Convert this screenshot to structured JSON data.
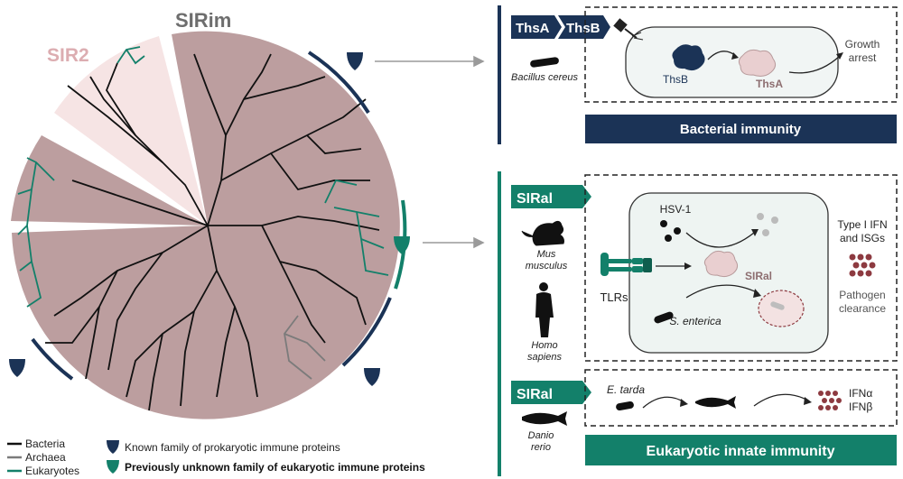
{
  "tree": {
    "label_sirim": "SIRim",
    "label_sir2": "SIR2"
  },
  "legend": {
    "bacteria": "Bacteria",
    "archaea": "Archaea",
    "eukaryotes": "Eukaryotes",
    "known_family": "Known family of prokaryotic immune proteins",
    "unknown_family": "Previously unknown family of eukaryotic immune proteins"
  },
  "bacterial_panel": {
    "gene_thsa": "ThsA",
    "gene_thsb": "ThsB",
    "organism": "Bacillus cereus",
    "thsb_label": "ThsB",
    "thsa_label": "ThsA",
    "outcome_line1": "Growth",
    "outcome_line2": "arrest",
    "banner": "Bacterial immunity"
  },
  "eukaryotic_panel": {
    "gene_top": "SIRal",
    "mouse_line1": "Mus",
    "mouse_line2": "musculus",
    "human_line1": "Homo",
    "human_line2": "sapiens",
    "virus": "HSV-1",
    "receptor": "TLRs",
    "protein": "SIRal",
    "bacterium": "S. enterica",
    "ifn_line1": "Type I IFN",
    "ifn_line2": "and ISGs",
    "clearance_line1": "Pathogen",
    "clearance_line2": "clearance",
    "gene_bottom": "SIRal",
    "fish_line1": "Danio",
    "fish_line2": "rerio",
    "fish_pathogen": "E. tarda",
    "ifn_alpha": "IFNα",
    "ifn_beta": "IFNβ",
    "banner": "Eukaryotic innate immunity"
  },
  "colors": {
    "navy": "#1b3356",
    "teal": "#13806a",
    "mauve": "#bc9e9f",
    "pink": "#f6e4e4",
    "pinktext": "#dcadb1",
    "grey": "#7b7b7b",
    "dotred": "#8d3a40"
  },
  "icons": [
    "shield-icon",
    "bacillus-icon",
    "phage-icon",
    "mouse-icon",
    "human-icon",
    "fish-icon",
    "virus-icon",
    "receptor-icon",
    "arrow-icon"
  ]
}
